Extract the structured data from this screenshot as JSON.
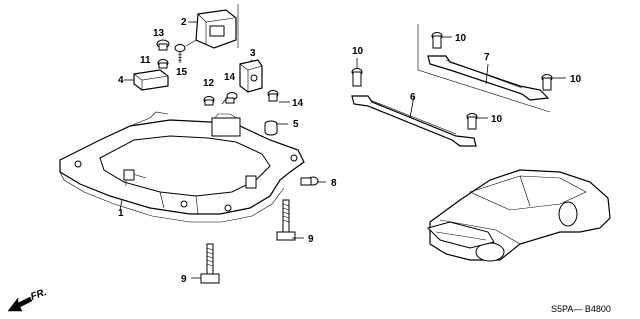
{
  "diagram": {
    "callouts": [
      {
        "id": "c1",
        "label": "1"
      },
      {
        "id": "c2",
        "label": "2"
      },
      {
        "id": "c3",
        "label": "3"
      },
      {
        "id": "c4",
        "label": "4"
      },
      {
        "id": "c5",
        "label": "5"
      },
      {
        "id": "c6",
        "label": "6"
      },
      {
        "id": "c7",
        "label": "7"
      },
      {
        "id": "c8",
        "label": "8"
      },
      {
        "id": "c9a",
        "label": "9"
      },
      {
        "id": "c9b",
        "label": "9"
      },
      {
        "id": "c10a",
        "label": "10"
      },
      {
        "id": "c10b",
        "label": "10"
      },
      {
        "id": "c10c",
        "label": "10"
      },
      {
        "id": "c10d",
        "label": "10"
      },
      {
        "id": "c11",
        "label": "11"
      },
      {
        "id": "c12",
        "label": "12"
      },
      {
        "id": "c13",
        "label": "13"
      },
      {
        "id": "c14a",
        "label": "14"
      },
      {
        "id": "c14b",
        "label": "14"
      },
      {
        "id": "c15",
        "label": "15"
      }
    ],
    "fr_label": "FR.",
    "drawing_code": "S5PA— B4800"
  }
}
